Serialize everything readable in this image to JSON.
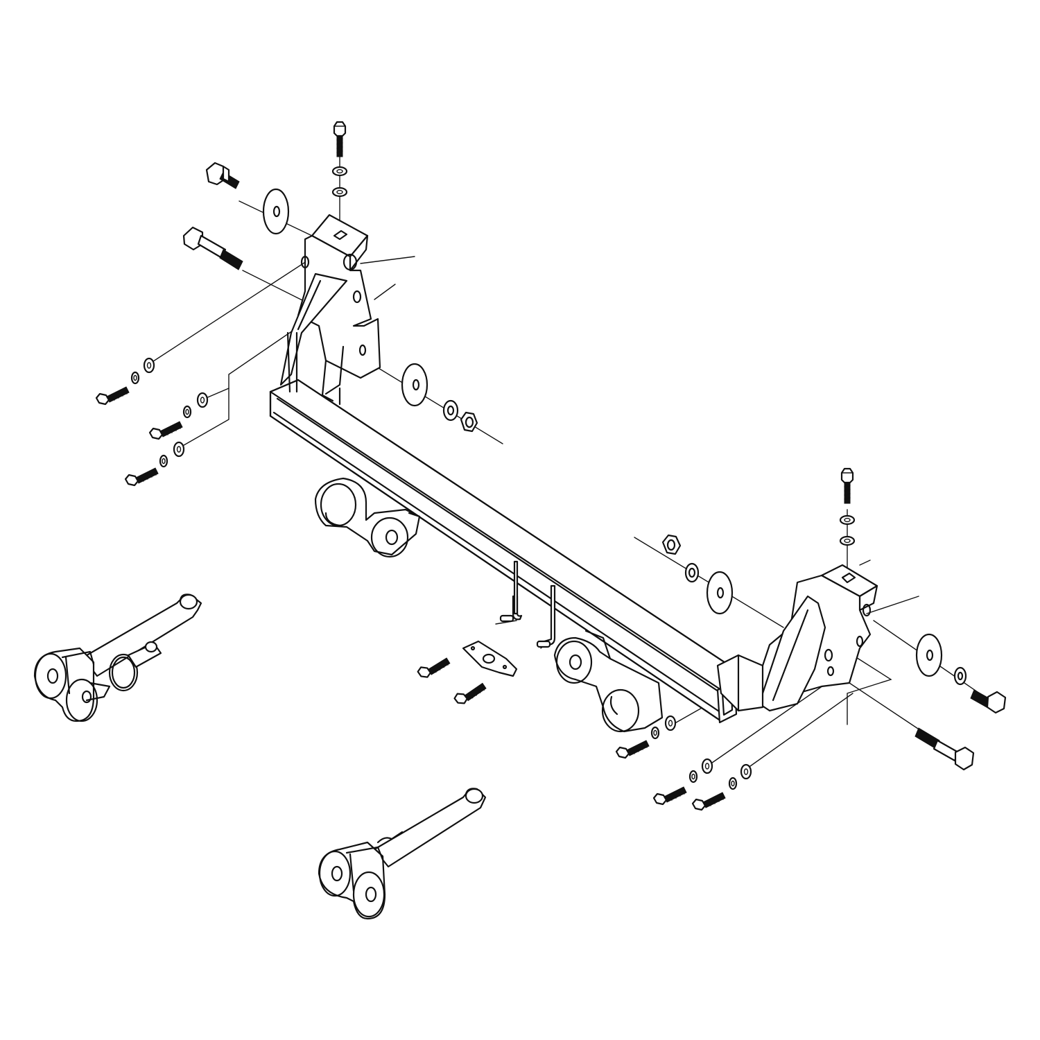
{
  "diagram": {
    "type": "exploded-assembly-line-drawing",
    "background": "#ffffff",
    "line_color": "#111111",
    "parts": [
      "crossbar-tube",
      "left-mount-bracket",
      "right-mount-bracket",
      "left-receiver-tab",
      "right-receiver-tab",
      "center-bracket-plate",
      "wiring-hooks",
      "clevis-tow-tab-upper",
      "clevis-tow-tab-lower",
      "hex-bolts",
      "washers",
      "lock-washers",
      "hex-nuts"
    ]
  }
}
